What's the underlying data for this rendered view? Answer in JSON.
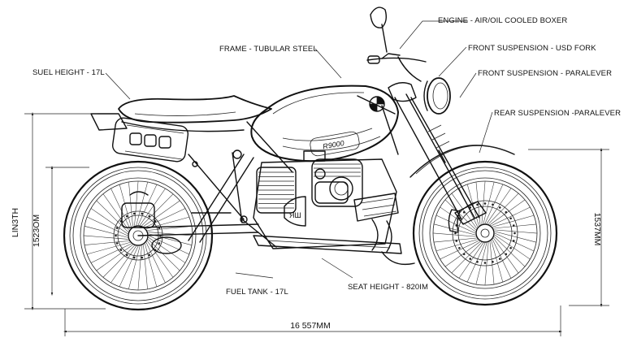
{
  "labels": {
    "engine": "ENGINE - AIR/OIL COOLED BOXER",
    "frame": "FRAME - TUBULAR STEEL",
    "front_suspension_usd": "FRONT SUSPENSION - USD FORK",
    "front_suspension_paralever": "FRONT SUSPENSION - PARALEVER",
    "rear_suspension": "REAR SUSPENSION -PARALEVER",
    "fuel_height": "SUEL HEIGHT - 17L",
    "fuel_tank": "FUEL TANK - 17L",
    "seat_height": "SEAT HEIGHT - 820IM"
  },
  "dimensions": {
    "left_label": "LIN3TH",
    "left_value": "1523OM",
    "right_value": "1537MM",
    "bottom_value": "16 557MM"
  },
  "tank_badge": "R9000",
  "colors": {
    "line": "#111111",
    "background": "#ffffff"
  }
}
